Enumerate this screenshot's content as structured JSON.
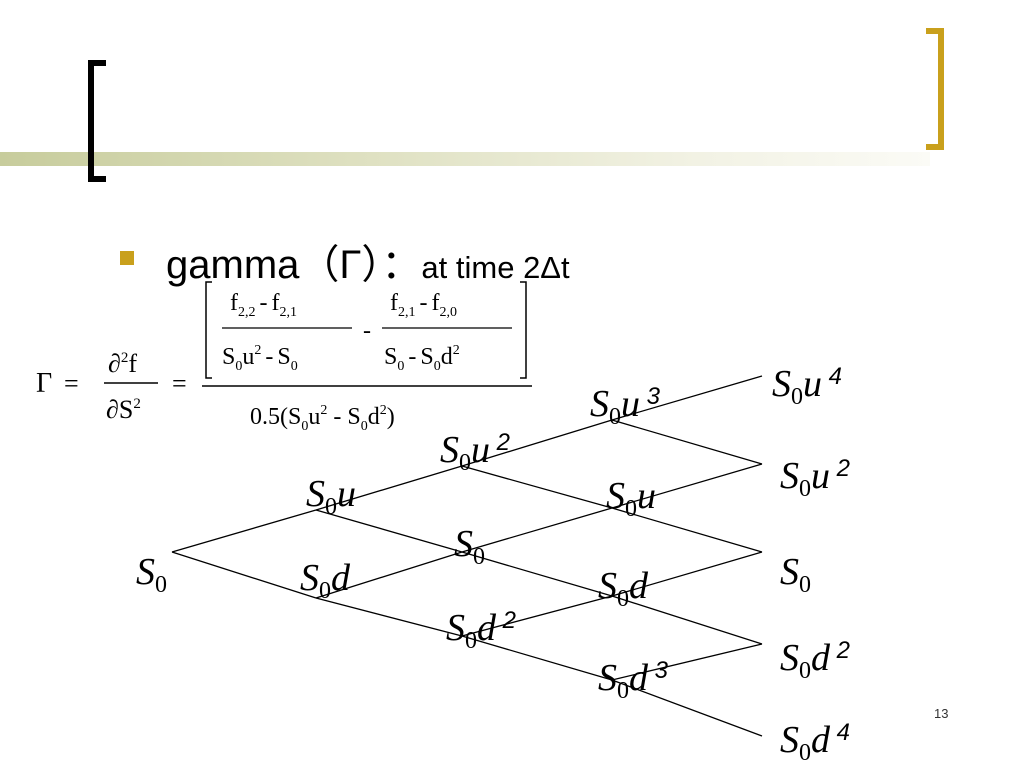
{
  "slide": {
    "bullet_text": "gamma（Γ）：",
    "bullet_tail": "at time 2Δt",
    "page_number": "13"
  },
  "formula": {
    "gamma": "Γ",
    "equals": "=",
    "partial_num_exp": "2",
    "partial_num_var": "f",
    "partial_den_var": "S",
    "partial_den_exp": "2",
    "t1_num": {
      "a": "f",
      "a_sub": "2,2",
      "op": "-",
      "b": "f",
      "b_sub": "2,1"
    },
    "t1_den": {
      "a": "S",
      "a_sub": "0",
      "a_rest": "u",
      "a_exp": "2",
      "op": "-",
      "b": "S",
      "b_sub": "0"
    },
    "minus": "-",
    "t2_num": {
      "a": "f",
      "a_sub": "2,1",
      "op": "-",
      "b": "f",
      "b_sub": "2,0"
    },
    "t2_den": {
      "a": "S",
      "a_sub": "0",
      "op": "-",
      "b": "S",
      "b_sub": "0",
      "b_rest": "d",
      "b_exp": "2"
    },
    "main_den": {
      "lead": "0.5(S",
      "s1": "0",
      "u": "u",
      "u_exp": "2",
      "op": " - S",
      "s2": "0",
      "d": "d",
      "d_exp": "2",
      "close": ")"
    }
  },
  "tree": {
    "nodes": [
      {
        "id": "n00",
        "base": "S",
        "sub": "0",
        "rest": "",
        "exp": ""
      },
      {
        "id": "n11",
        "base": "S",
        "sub": "0",
        "rest": "u",
        "exp": ""
      },
      {
        "id": "n10",
        "base": "S",
        "sub": "0",
        "rest": "d",
        "exp": ""
      },
      {
        "id": "n22",
        "base": "S",
        "sub": "0",
        "rest": "u",
        "exp": "2"
      },
      {
        "id": "n21",
        "base": "S",
        "sub": "0",
        "rest": "",
        "exp": ""
      },
      {
        "id": "n20",
        "base": "S",
        "sub": "0",
        "rest": "d",
        "exp": "2"
      },
      {
        "id": "n33",
        "base": "S",
        "sub": "0",
        "rest": "u",
        "exp": "3"
      },
      {
        "id": "n32",
        "base": "S",
        "sub": "0",
        "rest": "u",
        "exp": ""
      },
      {
        "id": "n31",
        "base": "S",
        "sub": "0",
        "rest": "d",
        "exp": ""
      },
      {
        "id": "n30",
        "base": "S",
        "sub": "0",
        "rest": "d",
        "exp": "3"
      },
      {
        "id": "n44",
        "base": "S",
        "sub": "0",
        "rest": "u",
        "exp": "4"
      },
      {
        "id": "n43",
        "base": "S",
        "sub": "0",
        "rest": "u",
        "exp": "2"
      },
      {
        "id": "n42",
        "base": "S",
        "sub": "0",
        "rest": "",
        "exp": ""
      },
      {
        "id": "n41",
        "base": "S",
        "sub": "0",
        "rest": "d",
        "exp": "2"
      },
      {
        "id": "n40",
        "base": "S",
        "sub": "0",
        "rest": "d",
        "exp": "4"
      }
    ]
  }
}
